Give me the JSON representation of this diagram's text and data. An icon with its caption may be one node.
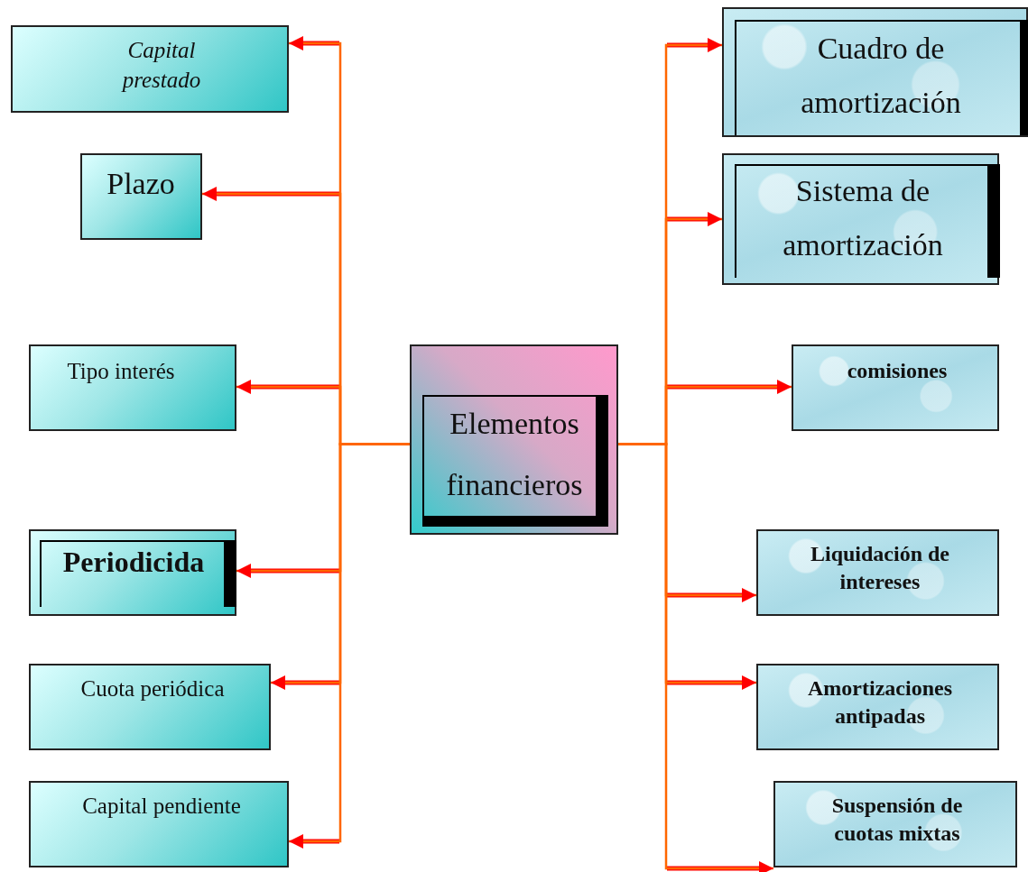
{
  "diagram": {
    "nodes": [
      {
        "text": [
          "Elementos financieros"
        ]
      },
      {
        "text": [
          "Capital prestado"
        ]
      },
      {
        "text": [
          "Plazo"
        ]
      },
      {
        "text": [
          "Tipo interés"
        ]
      },
      {
        "text": [
          "Periodicida"
        ]
      },
      {
        "text": [
          "Cuota periódica"
        ]
      },
      {
        "text": [
          "Capital pendiente"
        ]
      },
      {
        "text": [
          "Cuadro de amortización"
        ]
      },
      {
        "text": [
          "Sistema de amortización"
        ]
      },
      {
        "text": [
          "comisiones"
        ]
      },
      {
        "text": [
          "Liquidación de intereses"
        ]
      },
      {
        "text": [
          "Amortizaciones antipadas"
        ]
      },
      {
        "text": [
          "Suspensión de cuotas mixtas"
        ]
      }
    ],
    "edges": [
      {
        "from": 0,
        "to": 1,
        "arrow": "to"
      },
      {
        "from": 0,
        "to": 2,
        "arrow": "to"
      },
      {
        "from": 0,
        "to": 3,
        "arrow": "to"
      },
      {
        "from": 0,
        "to": 4,
        "arrow": "to"
      },
      {
        "from": 0,
        "to": 5,
        "arrow": "to"
      },
      {
        "from": 0,
        "to": 6,
        "arrow": "to"
      },
      {
        "from": 0,
        "to": 7,
        "arrow": "to"
      },
      {
        "from": 0,
        "to": 8,
        "arrow": "to"
      },
      {
        "from": 0,
        "to": 9,
        "arrow": "to"
      },
      {
        "from": 0,
        "to": 10,
        "arrow": "to"
      },
      {
        "from": 0,
        "to": 11,
        "arrow": "to"
      },
      {
        "from": 0,
        "to": 12,
        "arrow": "to"
      }
    ]
  }
}
